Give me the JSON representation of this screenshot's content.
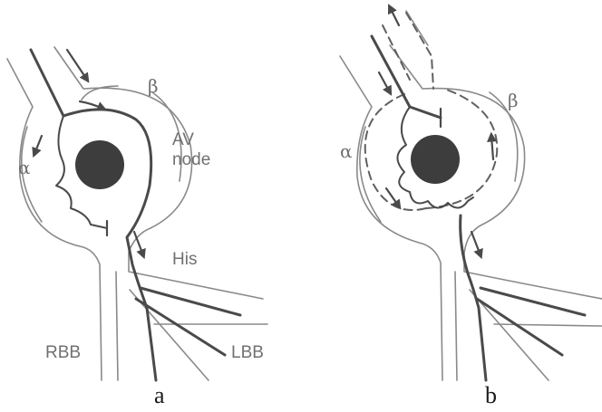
{
  "panels": [
    {
      "caption": "a",
      "labels": {
        "alpha": "α",
        "beta": "β",
        "av_node": [
          "AV",
          "node"
        ],
        "his": "His",
        "rbb": "RBB",
        "lbb": "LBB"
      }
    },
    {
      "caption": "b",
      "labels": {
        "alpha": "α",
        "beta": "β"
      }
    }
  ],
  "colors": {
    "outline": "#8a8a8a",
    "conduction": "#4a4a4a",
    "blocked_center": "#3d3d3d"
  }
}
